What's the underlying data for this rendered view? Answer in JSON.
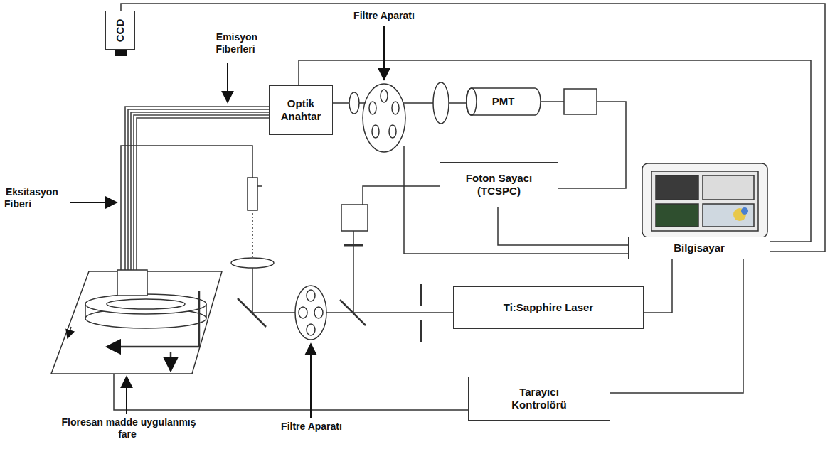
{
  "diagram": {
    "nodes": [
      {
        "text": [
          "CCD"
        ]
      },
      {
        "text": [
          "Optik Anahtar"
        ]
      },
      {
        "text": [
          "PMT"
        ]
      },
      {
        "text": [
          "Foton Sayacı (TCSPC)"
        ]
      },
      {
        "text": [
          "Bilgisayar"
        ]
      },
      {
        "text": [
          "Ti:Sapphire Laser"
        ]
      },
      {
        "text": [
          "Tarayıcı Kontrolörü"
        ]
      }
    ],
    "edges": [
      {
        "from": 0,
        "to": 4,
        "arrow": "none"
      },
      {
        "from": 1,
        "to": 4,
        "arrow": "none"
      },
      {
        "from": 1,
        "to": 2,
        "arrow": "none"
      },
      {
        "from": 2,
        "to": 3,
        "arrow": "none"
      },
      {
        "from": 3,
        "to": 4,
        "arrow": "none"
      },
      {
        "from": 5,
        "to": 4,
        "arrow": "none"
      },
      {
        "from": 6,
        "to": 4,
        "arrow": "none"
      }
    ],
    "labels": [
      "Filtre Aparatı",
      "Emisyon Fiberleri",
      "Eksitasyon Fiberi",
      "Floresan madde uygulanmış fare",
      "Filtre Aparatı"
    ]
  }
}
